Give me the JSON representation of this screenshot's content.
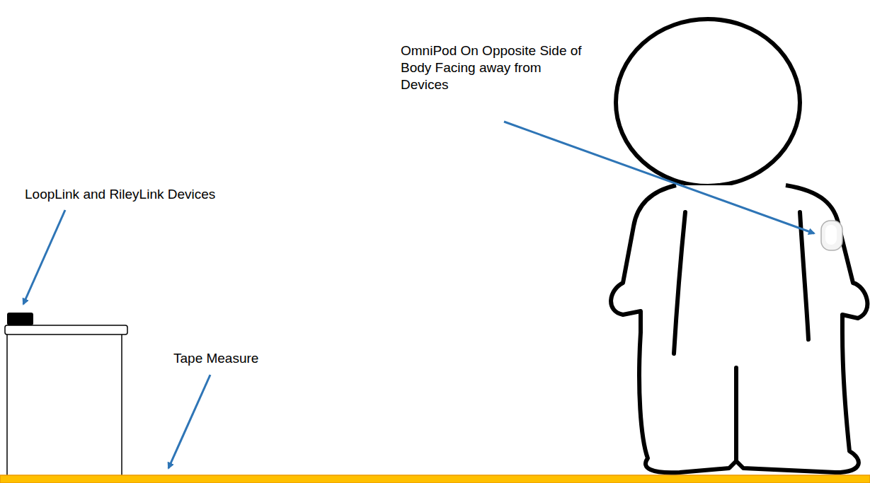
{
  "diagram": {
    "labels": [
      "LoopLink and RileyLink Devices",
      "OmniPod On Opposite Side of Body Facing away from Devices",
      "Tape Measure"
    ]
  }
}
